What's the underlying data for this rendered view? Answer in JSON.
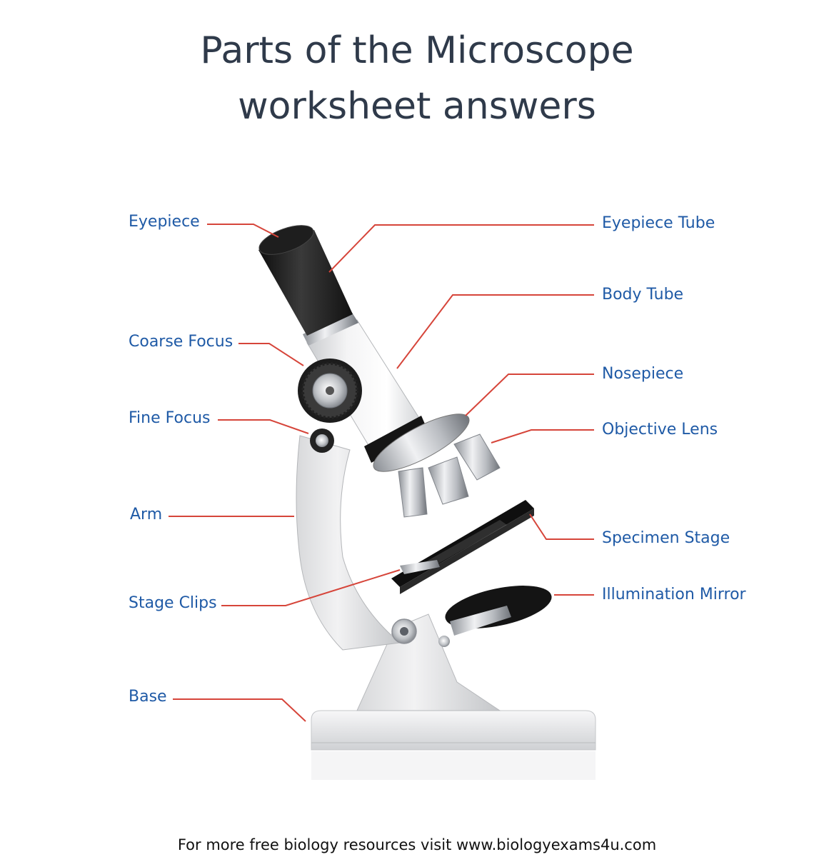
{
  "title": {
    "line1": "Parts of the Microscope",
    "line2": "worksheet answers"
  },
  "labels": {
    "eyepiece": "Eyepiece",
    "coarse_focus": "Coarse Focus",
    "fine_focus": "Fine Focus",
    "arm": "Arm",
    "stage_clips": "Stage Clips",
    "base": "Base",
    "eyepiece_tube": "Eyepiece Tube",
    "body_tube": "Body Tube",
    "nosepiece": "Nosepiece",
    "objective_lens": "Objective Lens",
    "specimen_stage": "Specimen Stage",
    "illumination_mirror": "Illumination Mirror"
  },
  "footer": "For more free biology resources visit www.biologyexams4u.com",
  "colors": {
    "label_text": "#1f5aa6",
    "leader_line": "#d6453a",
    "title_text": "#2f3a4a"
  }
}
